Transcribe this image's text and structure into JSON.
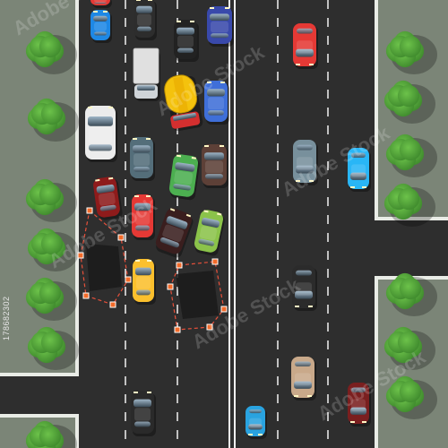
{
  "image": {
    "description_free": true,
    "watermark_id": "178682302",
    "stock_brand": "Adobe Stock"
  },
  "scene": {
    "road_color": "#2e2e2e",
    "sidewalk_color": "#7b8577",
    "curb_color": "#e9ece6",
    "lane_mark_color": "#f2f2f2",
    "tree_color": "#4f9a3b",
    "tree_dark": "#3b7a2c",
    "crack_line_color": "#e8503a"
  },
  "vehicles": [
    {
      "kind": "car",
      "color": "#e53935",
      "dir": "up"
    },
    {
      "kind": "car",
      "color": "#1e88e5",
      "dir": "up"
    },
    {
      "kind": "car",
      "color": "#2d2d2d",
      "dir": "up"
    },
    {
      "kind": "car",
      "color": "#222222",
      "dir": "up"
    },
    {
      "kind": "car",
      "color": "#3949ab",
      "dir": "up"
    },
    {
      "kind": "truck",
      "color": "#e0e0e0",
      "dir": "up"
    },
    {
      "kind": "car",
      "color": "#ececec",
      "dir": "up"
    },
    {
      "kind": "tanker",
      "color": "#f4c20d",
      "dir": "up"
    },
    {
      "kind": "car",
      "color": "#3f6fd8",
      "dir": "up"
    },
    {
      "kind": "car",
      "color": "#e53935",
      "dir": "down"
    },
    {
      "kind": "car",
      "color": "#546e7a",
      "dir": "up"
    },
    {
      "kind": "car",
      "color": "#4caf50",
      "dir": "up"
    },
    {
      "kind": "car",
      "color": "#5d4037",
      "dir": "up"
    },
    {
      "kind": "car",
      "color": "#78909c",
      "dir": "down"
    },
    {
      "kind": "car",
      "color": "#29b6f6",
      "dir": "down"
    },
    {
      "kind": "car",
      "color": "#8e1b1b",
      "dir": "up"
    },
    {
      "kind": "car",
      "color": "#e53935",
      "dir": "up"
    },
    {
      "kind": "car",
      "color": "#3a1e1e",
      "dir": "up"
    },
    {
      "kind": "car",
      "color": "#8bc34a",
      "dir": "up"
    },
    {
      "kind": "car",
      "color": "#fbc02d",
      "dir": "up"
    },
    {
      "kind": "car",
      "color": "#2b2b2b",
      "dir": "down"
    },
    {
      "kind": "car",
      "color": "#c9a98a",
      "dir": "down"
    },
    {
      "kind": "car",
      "color": "#7a1f1f",
      "dir": "down"
    },
    {
      "kind": "car",
      "color": "#2a2a2a",
      "dir": "up"
    },
    {
      "kind": "car",
      "color": "#29a3e0",
      "dir": "down"
    }
  ],
  "incidents": [
    {
      "label": "wreck-left"
    },
    {
      "label": "wreck-center"
    }
  ]
}
